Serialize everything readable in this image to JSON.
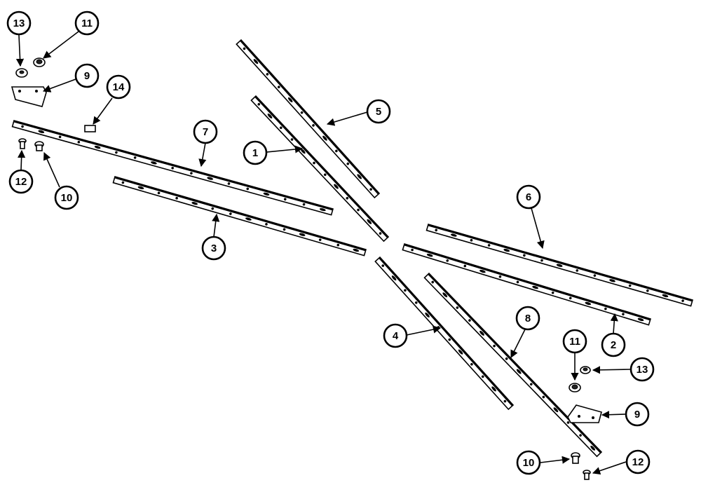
{
  "callouts": [
    {
      "id": "c13a",
      "label": "13"
    },
    {
      "id": "c11a",
      "label": "11"
    },
    {
      "id": "c9a",
      "label": "9"
    },
    {
      "id": "c14",
      "label": "14"
    },
    {
      "id": "c7",
      "label": "7"
    },
    {
      "id": "c12a",
      "label": "12"
    },
    {
      "id": "c10a",
      "label": "10"
    },
    {
      "id": "c3",
      "label": "3"
    },
    {
      "id": "c5",
      "label": "5"
    },
    {
      "id": "c1",
      "label": "1"
    },
    {
      "id": "c6",
      "label": "6"
    },
    {
      "id": "c2",
      "label": "2"
    },
    {
      "id": "c4",
      "label": "4"
    },
    {
      "id": "c8",
      "label": "8"
    },
    {
      "id": "c11b",
      "label": "11"
    },
    {
      "id": "c13b",
      "label": "13"
    },
    {
      "id": "c9b",
      "label": "9"
    },
    {
      "id": "c10b",
      "label": "10"
    },
    {
      "id": "c12b",
      "label": "12"
    }
  ],
  "colors": {
    "line": "#000000",
    "background": "#ffffff"
  }
}
